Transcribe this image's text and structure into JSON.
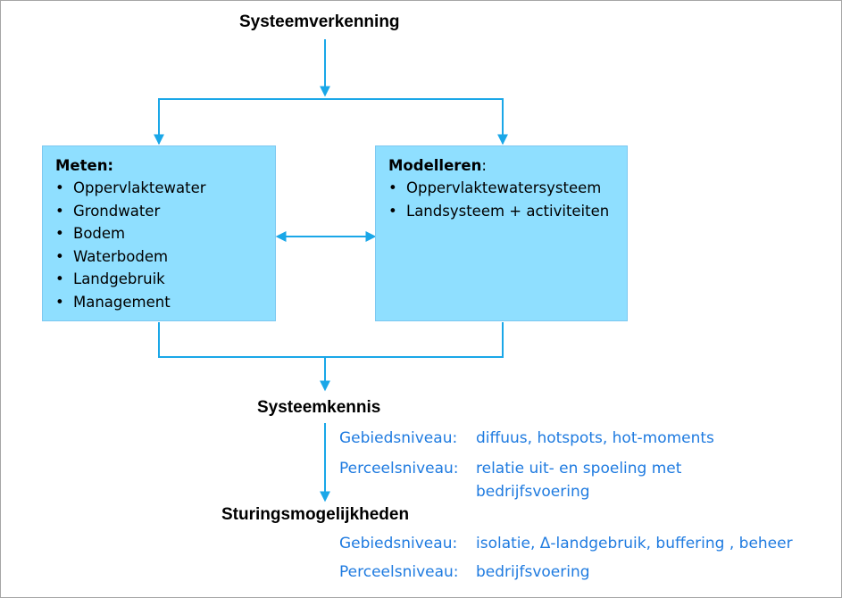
{
  "titles": {
    "top": "Systeemverkenning",
    "middle": "Systeemkennis",
    "bottom": "Sturingsmogelijkheden"
  },
  "meten": {
    "heading": "Meten:",
    "items": [
      "Oppervlaktewater",
      "Grondwater",
      "Bodem",
      "Waterbodem",
      "Landgebruik",
      "Management"
    ]
  },
  "modelleren": {
    "heading": "Modelleren",
    "heading_suffix": ":",
    "items": [
      "Oppervlaktewatersysteem",
      "Landsysteem + activiteiten"
    ]
  },
  "kennis": {
    "gebied_label": "Gebiedsniveau:",
    "gebied_value": "diffuus, hotspots, hot-moments",
    "perceel_label": "Perceelsniveau:",
    "perceel_value_line1": "relatie uit- en spoeling met",
    "perceel_value_line2": "bedrijfsvoering"
  },
  "sturing": {
    "gebied_label": "Gebiedsniveau:",
    "gebied_value": "isolatie, Δ-landgebruik, buffering , beheer",
    "perceel_label": "Perceelsniveau:",
    "perceel_value": "bedrijfsvoering"
  },
  "colors": {
    "box_fill": "#8fdfff",
    "connector": "#1aa7e8",
    "annotation_text": "#1f7be0"
  }
}
